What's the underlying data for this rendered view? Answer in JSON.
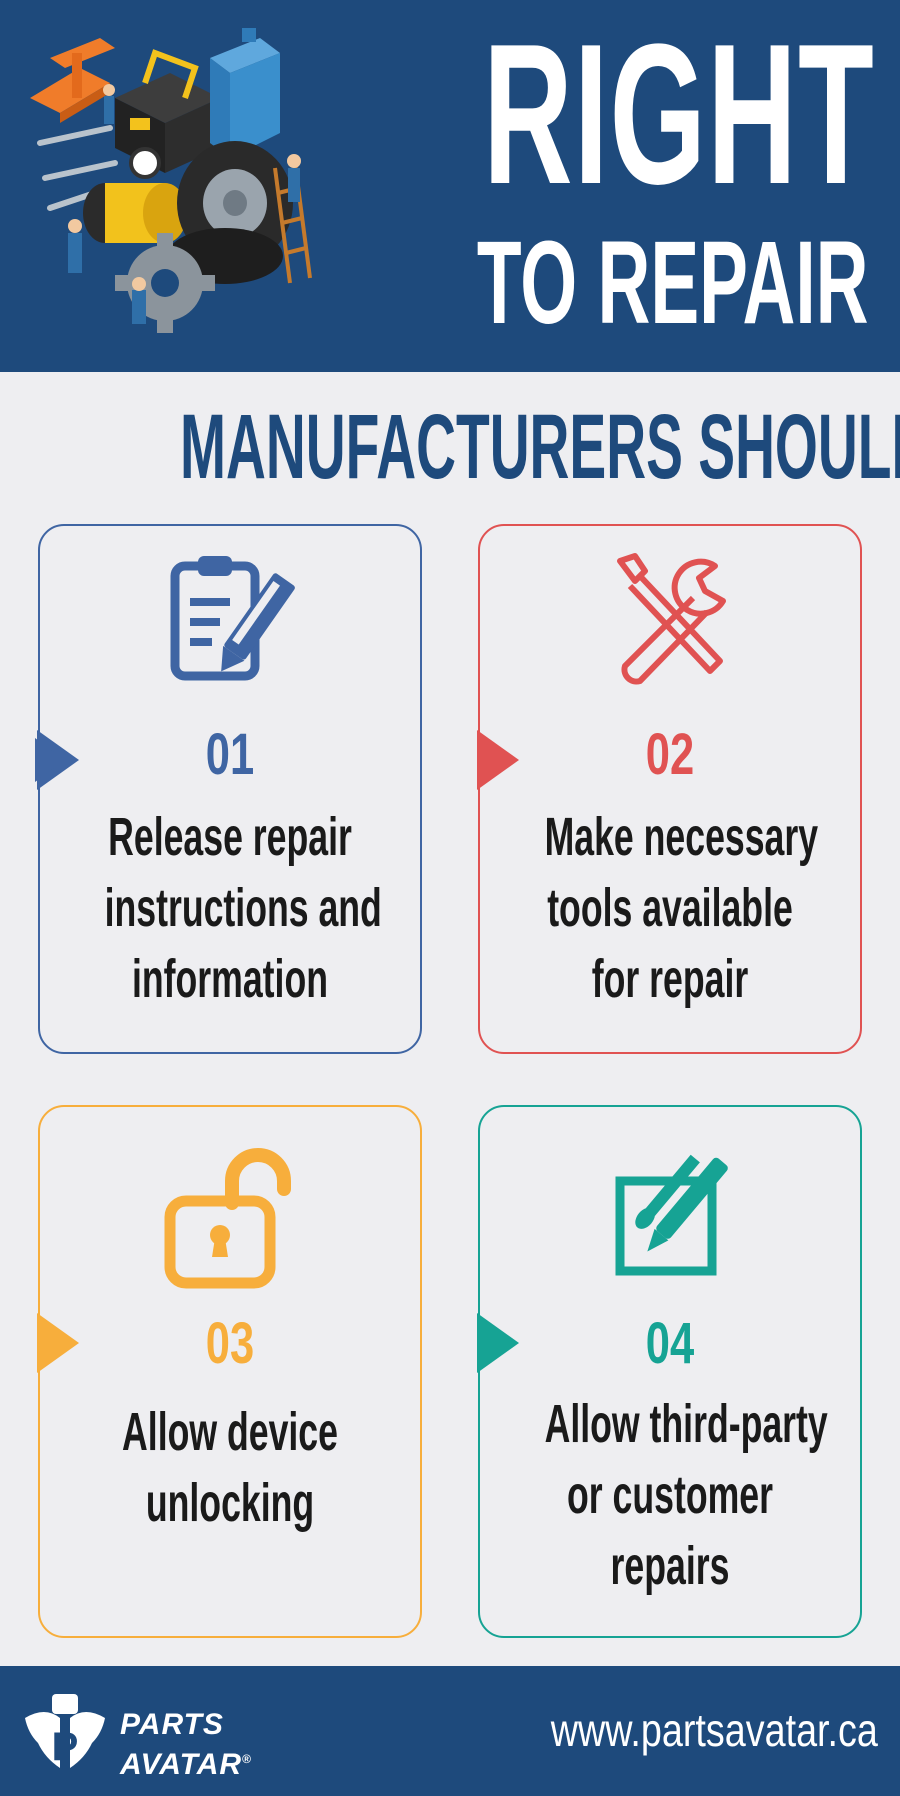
{
  "header": {
    "title_line1": "RIGHT",
    "title_line2": "TO REPAIR"
  },
  "subtitle": "MANUFACTURERS SHOULD",
  "cards": [
    {
      "number": "01",
      "lines": [
        "Release repair",
        "instructions and",
        "information"
      ],
      "color": "#3f65a3",
      "icon": "clipboard-pencil-icon"
    },
    {
      "number": "02",
      "lines": [
        "Make necessary",
        "tools available",
        "for repair"
      ],
      "color": "#e05252",
      "icon": "wrench-screwdriver-icon"
    },
    {
      "number": "03",
      "lines": [
        "Allow device",
        "unlocking"
      ],
      "color": "#f7ae3c",
      "icon": "unlocked-padlock-icon"
    },
    {
      "number": "04",
      "lines": [
        "Allow third-party",
        "or customer",
        "repairs"
      ],
      "color": "#16a394",
      "icon": "pen-brush-square-icon"
    }
  ],
  "footer": {
    "brand_line1": "PARTS",
    "brand_line2": "AVATAR",
    "registered": "®",
    "url": "www.partsavatar.ca"
  },
  "colors": {
    "navy": "#1e4a7c",
    "background": "#eeeef1"
  }
}
